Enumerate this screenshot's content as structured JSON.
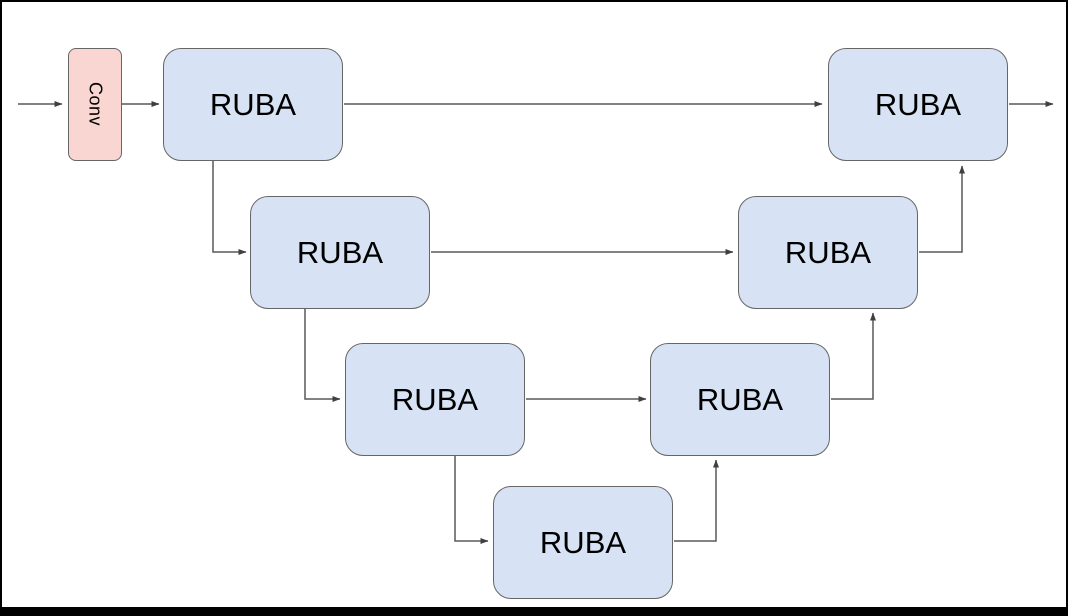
{
  "diagram": {
    "nodes": [
      {
        "id": "conv",
        "label": "Conv"
      },
      {
        "id": "enc1",
        "label": "RUBA"
      },
      {
        "id": "enc2",
        "label": "RUBA"
      },
      {
        "id": "enc3",
        "label": "RUBA"
      },
      {
        "id": "bottleneck",
        "label": "RUBA"
      },
      {
        "id": "dec3",
        "label": "RUBA"
      },
      {
        "id": "dec2",
        "label": "RUBA"
      },
      {
        "id": "dec1",
        "label": "RUBA"
      }
    ],
    "edges": [
      {
        "from": "input",
        "to": "conv"
      },
      {
        "from": "conv",
        "to": "enc1"
      },
      {
        "from": "enc1",
        "to": "dec1"
      },
      {
        "from": "dec1",
        "to": "output"
      },
      {
        "from": "enc1",
        "to": "enc2"
      },
      {
        "from": "enc2",
        "to": "dec2"
      },
      {
        "from": "dec2",
        "to": "dec1"
      },
      {
        "from": "enc2",
        "to": "enc3"
      },
      {
        "from": "enc3",
        "to": "dec3"
      },
      {
        "from": "dec3",
        "to": "dec2"
      },
      {
        "from": "enc3",
        "to": "bottleneck"
      },
      {
        "from": "bottleneck",
        "to": "dec3"
      }
    ],
    "colors": {
      "ruba_fill": "#d7e3f4",
      "ruba_border": "#666666",
      "conv_fill": "#f9d6d2",
      "conv_border": "#666666",
      "arrow": "#595959",
      "background": "#ffffff",
      "frame": "#000000"
    }
  }
}
